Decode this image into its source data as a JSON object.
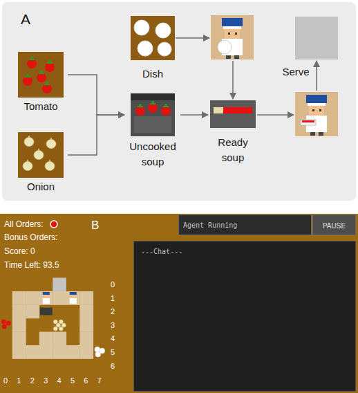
{
  "diagram": {
    "nodes": [
      {
        "text": [
          "Tomato"
        ]
      },
      {
        "text": [
          "Onion"
        ]
      },
      {
        "text": [
          "Dish"
        ]
      },
      {
        "text": [
          "Uncooked soup"
        ]
      },
      {
        "text": [
          "Ready soup"
        ]
      },
      {
        "text": [
          "Agent Running"
        ]
      },
      {
        "text": [
          "PAUSE"
        ]
      },
      {
        "text": [
          "---Chat---"
        ]
      }
    ],
    "edges": [
      {
        "from": 0,
        "to": 3,
        "arrow": "to"
      },
      {
        "from": 1,
        "to": 3,
        "arrow": "to"
      },
      {
        "from": 3,
        "to": 4,
        "arrow": "to"
      }
    ],
    "labels": [
      "A",
      "Serve",
      "B",
      "All Orders:",
      "Bonus Orders:",
      "Score: 0",
      "Time Left: 93.5",
      "0",
      "1",
      "2",
      "3",
      "4",
      "5",
      "6",
      "0",
      "1",
      "2",
      "3",
      "4",
      "5",
      "6",
      "7"
    ]
  }
}
